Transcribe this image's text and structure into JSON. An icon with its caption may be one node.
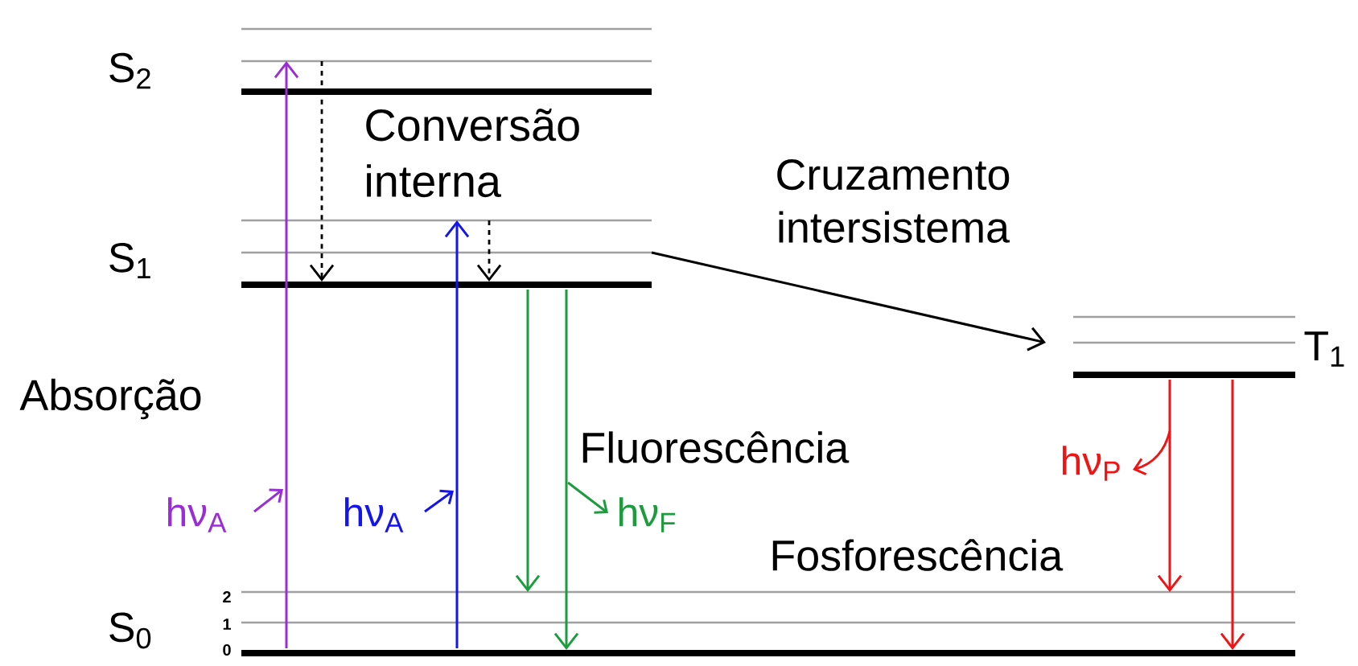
{
  "diagram": {
    "nodes": [
      {
        "text": [
          "S$_{2}$"
        ]
      },
      {
        "text": [
          "S$_{1}$"
        ]
      },
      {
        "text": [
          "S$_{0}$"
        ]
      },
      {
        "text": [
          "T$_{1}$"
        ]
      }
    ],
    "edges": [
      {
        "from": 2,
        "to": 0,
        "arrow": "to",
        "label": "hν$_{A}$",
        "color": "#9a2ed6"
      },
      {
        "from": 2,
        "to": 1,
        "arrow": "to",
        "label": "hν$_{A}$",
        "color": "#1414f0"
      },
      {
        "from": 0,
        "to": 1,
        "arrow": "to",
        "style": "dashed"
      },
      {
        "from": 1,
        "to": 1,
        "arrow": "to",
        "style": "dashed"
      },
      {
        "from": 1,
        "to": 2,
        "arrow": "to",
        "color": "#1c9c3c"
      },
      {
        "from": 1,
        "to": 2,
        "arrow": "to",
        "label": "hν$_{F}$",
        "color": "#1c9c3c"
      },
      {
        "from": 1,
        "to": 3,
        "arrow": "to"
      },
      {
        "from": 3,
        "to": 2,
        "arrow": "to",
        "label": "hν$_{P}$",
        "color": "#f01414"
      },
      {
        "from": 3,
        "to": 2,
        "arrow": "to",
        "color": "#f01414"
      }
    ],
    "labels": [
      "Conversão interna",
      "Cruzamento intersistema",
      "Absorção",
      "Fluorescência",
      "Fosforescência",
      "2",
      "1",
      "0"
    ]
  }
}
